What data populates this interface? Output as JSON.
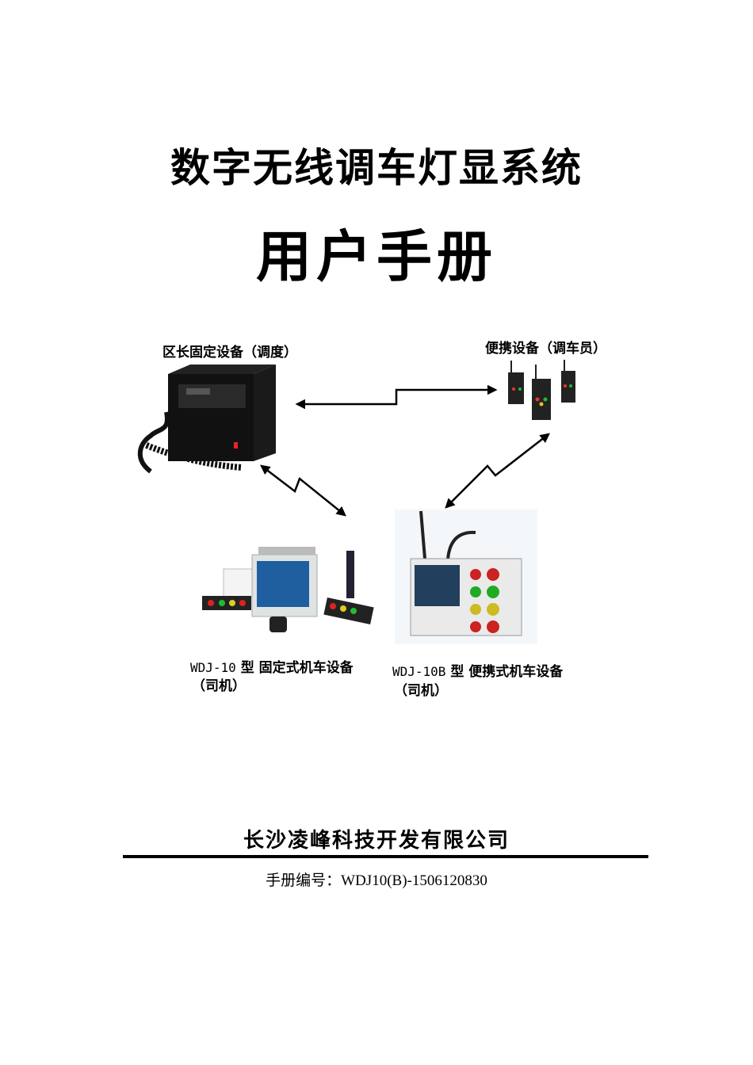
{
  "title": "数字无线调车灯显系统",
  "subtitle": "用户手册",
  "diagram": {
    "dispatch_label": "区长固定设备（调度）",
    "portable_label": "便携设备（调车员）",
    "fixed_loco": {
      "model": "WDJ-10",
      "label": "型 固定式机车设备",
      "role": "（司机）"
    },
    "portable_loco": {
      "model": "WDJ-10B",
      "label": "型 便携式机车设备",
      "role": "（司机）"
    }
  },
  "footer": {
    "company": "长沙凌峰科技开发有限公司",
    "manual_number_label": "手册编号：",
    "manual_number": "WDJ10(B)-1506120830"
  }
}
